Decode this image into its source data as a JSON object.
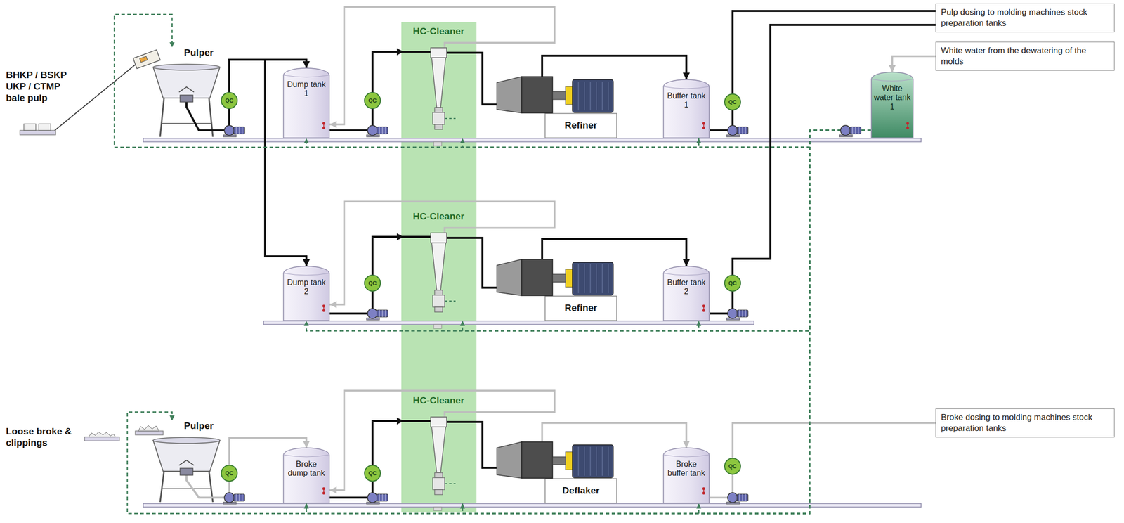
{
  "diagram": {
    "nodes": [
      {
        "text": [
          "Pulper"
        ]
      },
      {
        "text": [
          "QC"
        ]
      },
      {
        "text": [
          "Dump tank 1"
        ]
      },
      {
        "text": [
          "QC"
        ]
      },
      {
        "text": [
          "HC-Cleaner"
        ]
      },
      {
        "text": [
          "Refiner"
        ]
      },
      {
        "text": [
          "Buffer tank 1"
        ]
      },
      {
        "text": [
          "QC"
        ]
      },
      {
        "text": [
          "White water tank 1"
        ]
      },
      {
        "text": [
          "Pulp dosing to molding machines stock preparation tanks"
        ]
      },
      {
        "text": [
          "White water from the dewatering of the molds"
        ]
      },
      {
        "text": [
          "Dump tank 2"
        ]
      },
      {
        "text": [
          "QC"
        ]
      },
      {
        "text": [
          "HC-Cleaner"
        ]
      },
      {
        "text": [
          "Refiner"
        ]
      },
      {
        "text": [
          "Buffer tank 2"
        ]
      },
      {
        "text": [
          "QC"
        ]
      },
      {
        "text": [
          "Pulper"
        ]
      },
      {
        "text": [
          "QC"
        ]
      },
      {
        "text": [
          "Broke dump tank"
        ]
      },
      {
        "text": [
          "QC"
        ]
      },
      {
        "text": [
          "HC-Cleaner"
        ]
      },
      {
        "text": [
          "Deflaker"
        ]
      },
      {
        "text": [
          "Broke buffer tank"
        ]
      },
      {
        "text": [
          "QC"
        ]
      },
      {
        "text": [
          "Broke dosing to molding machines stock preparation tanks"
        ]
      }
    ],
    "edges": [
      {
        "from": 0,
        "to": 2,
        "arrow": "to"
      },
      {
        "from": 0,
        "to": 11,
        "arrow": "to"
      },
      {
        "from": 2,
        "to": 4,
        "arrow": "to"
      },
      {
        "from": 4,
        "to": 5,
        "arrow": "none"
      },
      {
        "from": 5,
        "to": 6,
        "arrow": "to"
      },
      {
        "from": 6,
        "to": 9,
        "arrow": "none"
      },
      {
        "from": 11,
        "to": 13,
        "arrow": "to"
      },
      {
        "from": 13,
        "to": 14,
        "arrow": "none"
      },
      {
        "from": 14,
        "to": 15,
        "arrow": "to"
      },
      {
        "from": 15,
        "to": 9,
        "arrow": "none"
      },
      {
        "from": 17,
        "to": 19,
        "arrow": "to"
      },
      {
        "from": 19,
        "to": 21,
        "arrow": "to"
      },
      {
        "from": 21,
        "to": 22,
        "arrow": "none"
      },
      {
        "from": 22,
        "to": 23,
        "arrow": "to"
      },
      {
        "from": 23,
        "to": 25,
        "arrow": "none"
      },
      {
        "from": 4,
        "to": 2,
        "arrow": "to"
      },
      {
        "from": 13,
        "to": 11,
        "arrow": "to"
      },
      {
        "from": 21,
        "to": 19,
        "arrow": "to"
      },
      {
        "from": 10,
        "to": 8,
        "arrow": "to"
      },
      {
        "from": 8,
        "to": 0,
        "arrow": "to"
      },
      {
        "from": 8,
        "to": 2,
        "arrow": "to"
      },
      {
        "from": 8,
        "to": 4,
        "arrow": "to"
      },
      {
        "from": 8,
        "to": 6,
        "arrow": "to"
      },
      {
        "from": 8,
        "to": 11,
        "arrow": "to"
      },
      {
        "from": 8,
        "to": 13,
        "arrow": "to"
      },
      {
        "from": 8,
        "to": 15,
        "arrow": "to"
      },
      {
        "from": 8,
        "to": 17,
        "arrow": "to"
      },
      {
        "from": 8,
        "to": 19,
        "arrow": "to"
      },
      {
        "from": 8,
        "to": 21,
        "arrow": "to"
      },
      {
        "from": 8,
        "to": 23,
        "arrow": "to"
      }
    ],
    "labels": [
      "BHKP / BSKP UKP / CTMP bale pulp",
      "Loose broke & clippings"
    ]
  }
}
